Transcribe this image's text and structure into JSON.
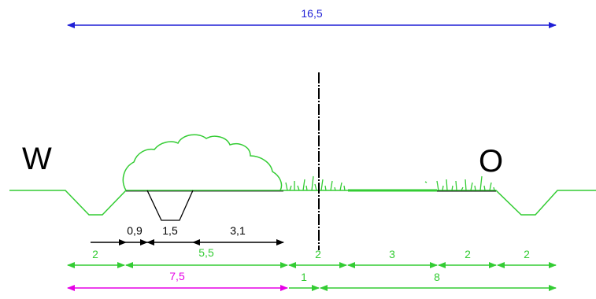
{
  "compass": {
    "west": "W",
    "east": "O"
  },
  "colors": {
    "blue": "#1f1fd6",
    "green": "#33cc33",
    "magenta": "#e600e6",
    "black": "#000000"
  },
  "dimensions": {
    "total_width": "16,5",
    "ditch_top": "0,9",
    "ditch_bottom": "1,5",
    "ditch_right": "3,1",
    "green_row": [
      "2",
      "5,5",
      "2",
      "3",
      "2",
      "2"
    ],
    "magenta_left": "7,5",
    "green_right_a": "1",
    "green_right_b": "8"
  }
}
